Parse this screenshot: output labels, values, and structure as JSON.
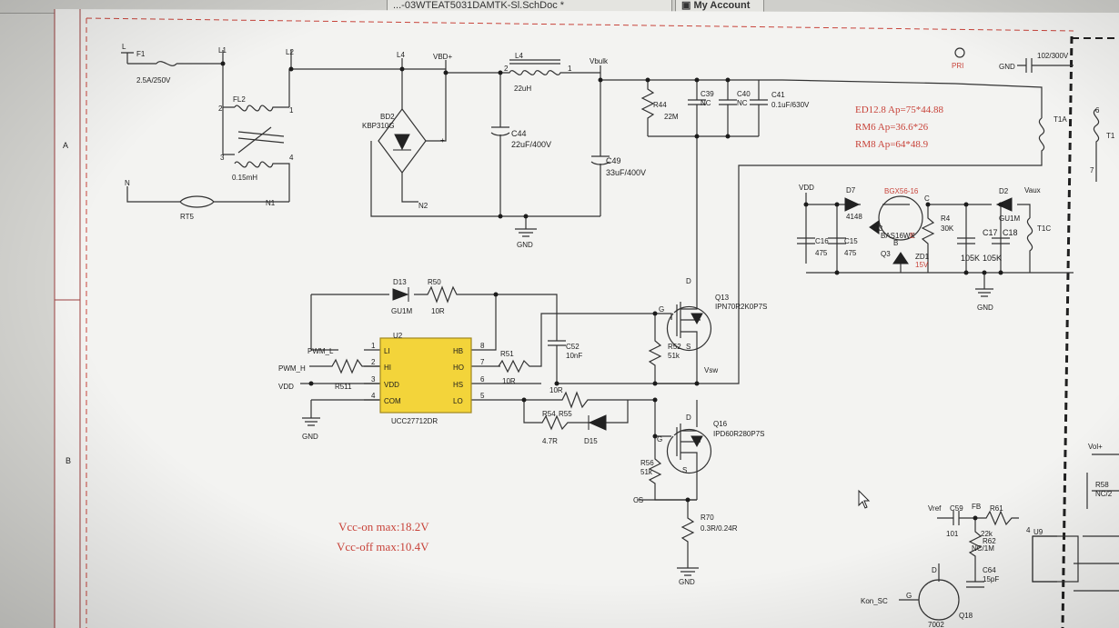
{
  "tabs": [
    {
      "label": "...-03WTEAT5031DAMTK-Sl.SchDoc *"
    },
    {
      "label": "My Account"
    }
  ],
  "margin_zones": {
    "zone_a": "A",
    "zone_b": "B"
  },
  "schematic": {
    "fuse": {
      "connector": "L",
      "ref": "F1",
      "value": "2.5A/250V",
      "net_l1": "L1",
      "net_l2": "L2"
    },
    "filter": {
      "ref": "FL2",
      "value": "0.15mH",
      "pin1": "1",
      "pin2": "2",
      "pin3": "3",
      "pin4": "4"
    },
    "rt5": {
      "ref": "RT5",
      "neutral": "N",
      "net_n1": "N1"
    },
    "bridge": {
      "ref": "BD2",
      "value": "KBP310G",
      "net_l4": "L4",
      "net_vbd": "VBD+",
      "net_n2": "N2",
      "plus": "+"
    },
    "c44": {
      "ref": "C44",
      "value": "22uF/400V"
    },
    "l4": {
      "ref": "L4",
      "value": "22uH",
      "pin1": "1",
      "pin2": "2"
    },
    "vbulk": "Vbulk",
    "c49": {
      "ref": "C49",
      "value": "33uF/400V"
    },
    "gnd": "GND",
    "r44": {
      "ref": "R44",
      "value": "22M"
    },
    "c39": {
      "ref": "C39",
      "value": "NC"
    },
    "c40": {
      "ref": "C40",
      "value": "NC"
    },
    "c41": {
      "ref": "C41",
      "value": "0.1uF/630V"
    },
    "core_notes": [
      "ED12.8 Ap=75*44.88",
      "RM6 Ap=36.6*26",
      "RM8 Ap=64*48.9"
    ],
    "pri": "PRI",
    "gnd_cap": {
      "net": "GND",
      "value": "102/300V"
    },
    "t1a": "T1A",
    "aux": {
      "vdd": "VDD",
      "d7": "D7",
      "d7_value": "4148",
      "q_part": "BGX56-16",
      "d3": "D3",
      "d3_value": "BAS16WX",
      "q3": "Q3",
      "c16": "C16",
      "c16_value": "475",
      "c15": "C15",
      "c15_value": "475",
      "r4": "R4",
      "r4_value": "30K",
      "zd1": "ZD1",
      "zd1_value": "15V",
      "d2": "D2",
      "d2_value": "GU1M",
      "vaux": "Vaux",
      "c17": "C17",
      "c18": "C18",
      "c17_value": "105K",
      "c18_value": "105K",
      "t1c": "T1C",
      "pin_b": "B",
      "pin_c": "C",
      "pin_e": "E"
    },
    "boot": {
      "d13": "D13",
      "d13_value": "GU1M",
      "r50": "R50",
      "r50_value": "10R"
    },
    "q13": {
      "ref": "Q13",
      "value": "IPN70R2K0P7S",
      "d": "D",
      "g": "G",
      "s": "S"
    },
    "u2": {
      "ref": "U2",
      "part": "UCC27712DR",
      "pins_left": [
        {
          "name": "LI",
          "num": "1"
        },
        {
          "name": "HI",
          "num": "2"
        },
        {
          "name": "VDD",
          "num": "3"
        },
        {
          "name": "COM",
          "num": "4"
        }
      ],
      "pins_right": [
        {
          "name": "HB",
          "num": "8"
        },
        {
          "name": "HO",
          "num": "7"
        },
        {
          "name": "HS",
          "num": "6"
        },
        {
          "name": "LO",
          "num": "5"
        }
      ]
    },
    "nets_in": {
      "pwm_l": "PWM_L",
      "pwm_h": "PWM_H",
      "vdd": "VDD",
      "r511": "R511",
      "gnd": "GND"
    },
    "r51": {
      "ref": "R51",
      "value": "10R"
    },
    "c52": {
      "ref": "C52",
      "value": "10nF"
    },
    "r52": {
      "ref": "R52",
      "value": "51k"
    },
    "vsw": "Vsw",
    "r54": {
      "ref": "R54",
      "value": "4.7R"
    },
    "r55": {
      "ref": "R55",
      "value": "10R"
    },
    "d15": "D15",
    "q16": {
      "ref": "Q16",
      "value": "IPD60R280P7S",
      "d": "D",
      "g": "G",
      "s": "S"
    },
    "r56": {
      "ref": "R56",
      "value": "51k"
    },
    "cs": "CS",
    "r70": {
      "ref": "R70",
      "value": "0.3R/0.24R"
    },
    "vcc_notes": [
      "Vcc-on max:18.2V",
      "Vcc-off max:10.4V"
    ],
    "fb": {
      "vref": "Vref",
      "c59": "C59",
      "c59_value": "101",
      "fb": "FB",
      "r61": "R61",
      "r61_value": "22k",
      "r62": "R62",
      "r62_value": "NC/1M",
      "u9": "U9",
      "pin4": "4"
    },
    "q18": {
      "ref": "Q18",
      "value": "7002",
      "net": "Kon_SC",
      "g": "G",
      "d": "D",
      "c64": "C64",
      "c64_value": "15pF"
    },
    "right": {
      "vol": "Vol+",
      "r58": "R58",
      "r58_value": "NC/2",
      "t1b": "T1",
      "pin6": "6",
      "pin7": "7"
    }
  }
}
